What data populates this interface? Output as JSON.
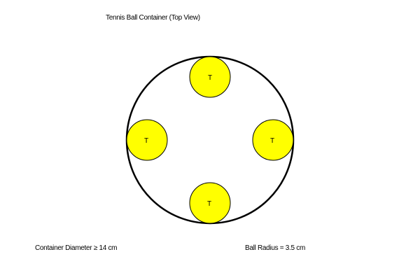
{
  "title": "Tennis Ball Container (Top View)",
  "annotations": {
    "left": "Container Diameter ≥ 14 cm",
    "right": "Ball Radius = 3.5 cm"
  },
  "container": {
    "stroke_color": "#000000",
    "fill_color": "#ffffff"
  },
  "balls": {
    "label": "T",
    "fill_color": "#ffff00",
    "stroke_color": "#000000",
    "count": 4
  }
}
